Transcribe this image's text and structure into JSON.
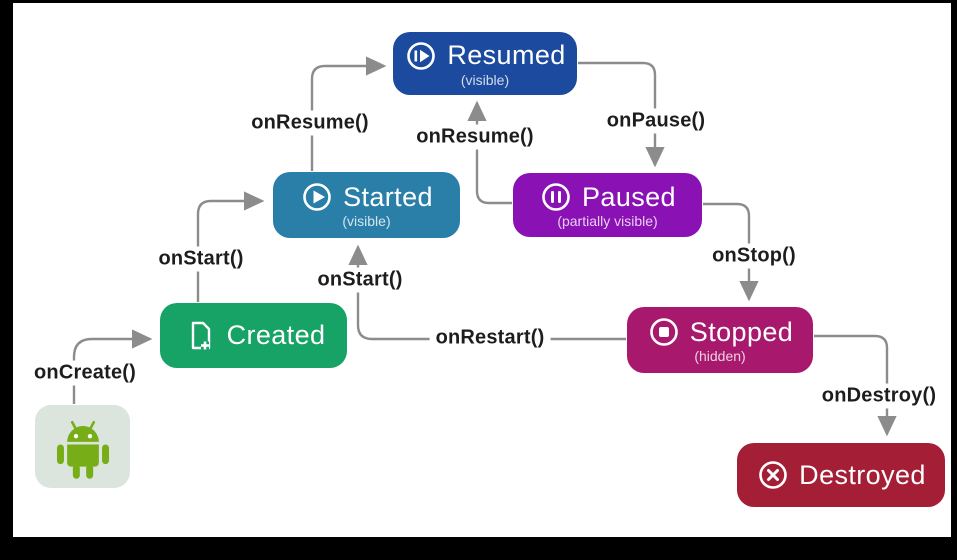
{
  "nodes": {
    "created": {
      "label": "Created",
      "subtitle": "",
      "color": "#17a266",
      "icon": "file-plus-icon"
    },
    "started": {
      "label": "Started",
      "subtitle": "(visible)",
      "color": "#2a7fa8",
      "icon": "play-circle-icon"
    },
    "resumed": {
      "label": "Resumed",
      "subtitle": "(visible)",
      "color": "#1b4a9e",
      "icon": "resume-circle-icon"
    },
    "paused": {
      "label": "Paused",
      "subtitle": "(partially visible)",
      "color": "#8a12b5",
      "icon": "pause-circle-icon"
    },
    "stopped": {
      "label": "Stopped",
      "subtitle": "(hidden)",
      "color": "#a8196d",
      "icon": "stop-circle-icon"
    },
    "destroyed": {
      "label": "Destroyed",
      "subtitle": "",
      "color": "#a41e35",
      "icon": "x-circle-icon"
    },
    "android": {
      "label": "",
      "subtitle": "",
      "color": "#dbe5dd",
      "icon": "android-robot-icon"
    }
  },
  "edges": {
    "onCreate": "onCreate()",
    "onStart1": "onStart()",
    "onStart2": "onStart()",
    "onResume1": "onResume()",
    "onResume2": "onResume()",
    "onPause": "onPause()",
    "onStop": "onStop()",
    "onRestart": "onRestart()",
    "onDestroy": "onDestroy()"
  },
  "colors": {
    "arrow": "#8c8c8c",
    "label_text": "#1d1d1d",
    "background": "#ffffff",
    "frame": "#000000",
    "android_green": "#77ad16",
    "android_bg": "#dbe5dd"
  }
}
